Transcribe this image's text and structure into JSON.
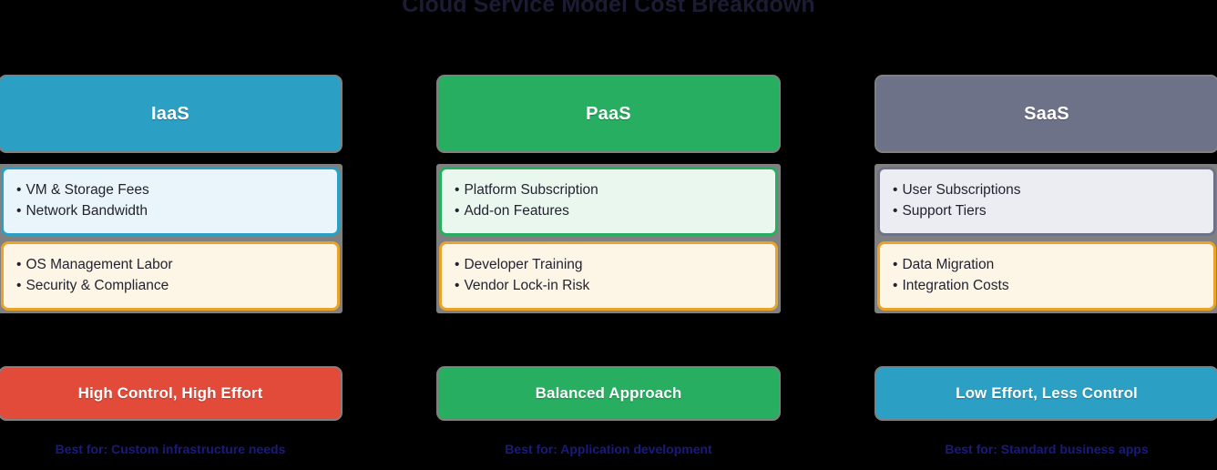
{
  "title": "Cloud Service Model Cost Breakdown",
  "background_color": "#000000",
  "title_color": "#1b1b33",
  "frame_color": "#808080",
  "hidden_cost_colors": {
    "fill": "#fdf6e7",
    "border": "#e9a32a"
  },
  "columns": [
    {
      "name": "IaaS",
      "header_color": "#2b9fc4",
      "direct_costs": [
        "VM & Storage Fees",
        "Network Bandwidth"
      ],
      "hidden_costs": [
        "OS Management Labor",
        "Security & Compliance"
      ],
      "summary": "High Control, High Effort",
      "summary_color": "#e24b3a",
      "best_for": "Best for: Custom infrastructure needs"
    },
    {
      "name": "PaaS",
      "header_color": "#27ae60",
      "direct_costs": [
        "Platform Subscription",
        "Add-on Features"
      ],
      "hidden_costs": [
        "Developer Training",
        "Vendor Lock-in Risk"
      ],
      "summary": "Balanced Approach",
      "summary_color": "#27ae60",
      "best_for": "Best for: Application development"
    },
    {
      "name": "SaaS",
      "header_color": "#6d7288",
      "direct_costs": [
        "User Subscriptions",
        "Support Tiers"
      ],
      "hidden_costs": [
        "Data Migration",
        "Integration Costs"
      ],
      "summary": "Low Effort, Less Control",
      "summary_color": "#2b9fc4",
      "best_for": "Best for: Standard business apps"
    }
  ]
}
